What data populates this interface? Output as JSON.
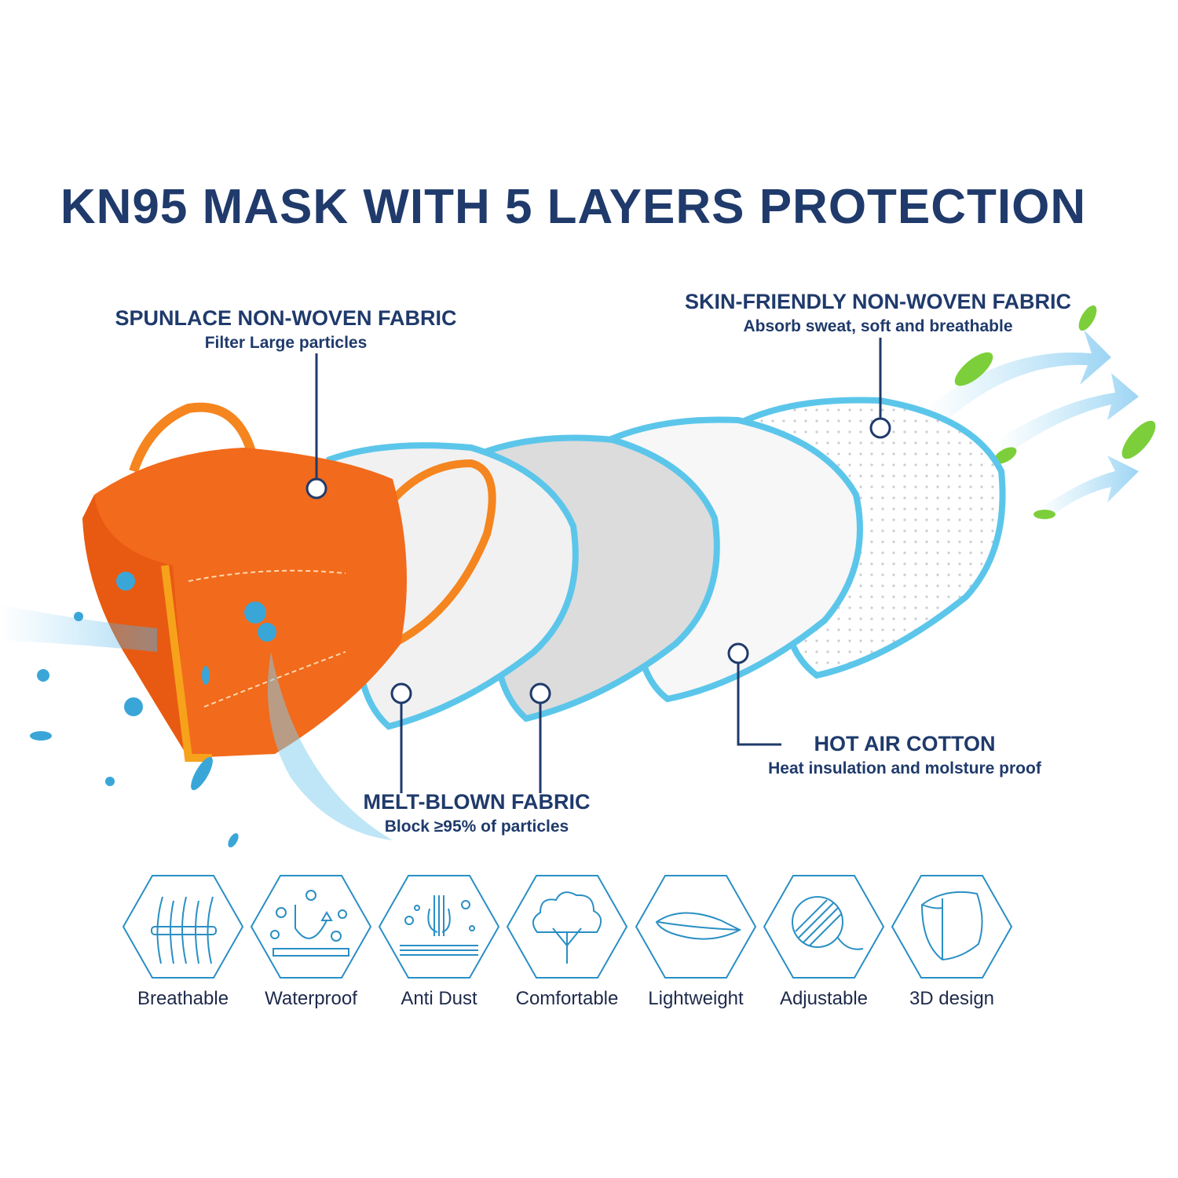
{
  "title": "KN95 MASK WITH 5 LAYERS PROTECTION",
  "layers": [
    {
      "heading": "SPUNLACE NON-WOVEN FABRIC",
      "sub": "Filter Large particles"
    },
    {
      "heading": "MELT-BLOWN FABRIC",
      "sub": "Block ≥95% of particles"
    },
    {
      "heading": "HOT AIR COTTON",
      "sub": "Heat insulation and molsture proof"
    },
    {
      "heading": "SKIN-FRIENDLY NON-WOVEN FABRIC",
      "sub": "Absorb sweat, soft and breathable"
    }
  ],
  "features": [
    {
      "label": "Breathable",
      "icon": "breathable-icon"
    },
    {
      "label": "Waterproof",
      "icon": "waterproof-icon"
    },
    {
      "label": "Anti Dust",
      "icon": "anti-dust-icon"
    },
    {
      "label": "Comfortable",
      "icon": "cotton-icon"
    },
    {
      "label": "Lightweight",
      "icon": "feather-icon"
    },
    {
      "label": "Adjustable",
      "icon": "ear-loop-icon"
    },
    {
      "label": "3D design",
      "icon": "3d-mask-icon"
    }
  ],
  "colors": {
    "title": "#1f3a6b",
    "mask": "#f26a1b",
    "layer_border": "#5cc6ea",
    "icon": "#2a8fc4"
  }
}
